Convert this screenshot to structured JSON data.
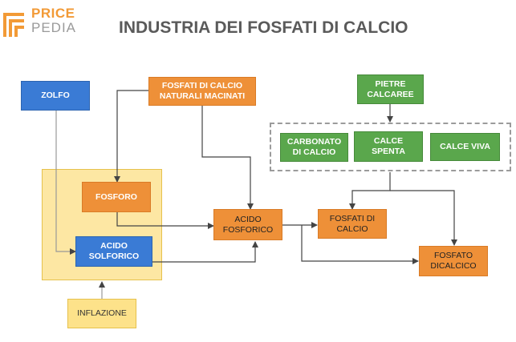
{
  "logo": {
    "line1": "PRICE",
    "line2": "PEDIA",
    "colors": {
      "accent": "#f29a36",
      "secondary": "#9a9a9a"
    }
  },
  "title": "INDUSTRIA DEI FOSFATI DI CALCIO",
  "nodes": {
    "zolfo": "ZOLFO",
    "fosfati_naturali": "FOSFATI DI CALCIO NATURALI MACINATI",
    "pietre_calcaree": "PIETRE CALCAREE",
    "carbonato": "CARBONATO DI CALCIO",
    "calce_spenta": "CALCE SPENTA",
    "calce_viva": "CALCE VIVA",
    "fosforo": "FOSFORO",
    "acido_fosforico": "ACIDO FOSFORICO",
    "fosfati_calcio": "FOSFATI DI CALCIO",
    "acido_solforico": "ACIDO SOLFORICO",
    "fosfato_dicalcico": "FOSFATO DICALCICO",
    "inflazione": "INFLAZIONE"
  },
  "colors": {
    "blue": "#3a7bd5",
    "orange": "#ee9038",
    "green": "#5aa74c",
    "yellow": "#fde28a",
    "line": "#444444"
  }
}
